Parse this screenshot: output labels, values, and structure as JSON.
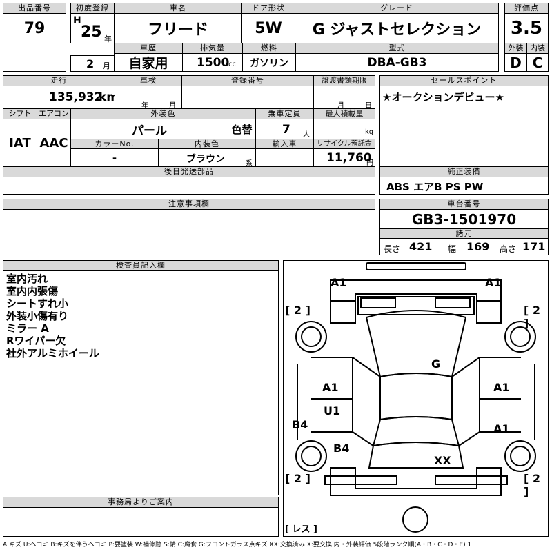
{
  "header": {
    "lot_label": "出品番号",
    "lot": "79",
    "reg_label": "初度登録",
    "reg_era": "H",
    "reg_year": "25",
    "year_unit": "年",
    "reg_month": "2",
    "month_unit": "月",
    "name_label": "車名",
    "name": "フリード",
    "doors_label": "ドア形状",
    "doors": "5W",
    "grade_label": "グレード",
    "grade": "G ジャストセレクション",
    "score_label": "評価点",
    "score": "3.5",
    "history_label": "車歴",
    "history": "自家用",
    "displacement_label": "排気量",
    "displacement": "1500",
    "displacement_unit": "cc",
    "fuel_label": "燃料",
    "fuel": "ガソリン",
    "model_label": "型式",
    "model": "DBA-GB3",
    "exterior_label": "外装",
    "exterior": "D",
    "interior_label": "内装",
    "interior": "C"
  },
  "details": {
    "mileage_label": "走行",
    "mileage": "135,932",
    "mileage_unit": "km",
    "inspection_label": "車検",
    "insp_year_unit": "年",
    "insp_month_unit": "月",
    "regno_label": "登録番号",
    "doc_label": "譲渡書類期限",
    "doc_month_unit": "月",
    "doc_day_unit": "日",
    "shift_label": "シフト",
    "shift": "IAT",
    "ac_label": "エアコン",
    "ac": "AAC",
    "color_label": "外装色",
    "color": "パール",
    "color_change": "色替",
    "capacity_label": "乗車定員",
    "capacity": "7",
    "capacity_unit": "人",
    "load_label": "最大積載量",
    "load_unit": "kg",
    "colorno_label": "カラーNo.",
    "colorno": "-",
    "interior_color_label": "内装色",
    "interior_color": "ブラウン",
    "interior_color_unit": "系",
    "import_label": "輸入車",
    "recycle_label": "リサイクル預託金",
    "recycle": "11,760",
    "recycle_unit": "円",
    "later_parts_label": "後日発送部品"
  },
  "sales_point": {
    "label": "セールスポイント",
    "text": "★オークションデビュー★"
  },
  "equipment": {
    "label": "純正装備",
    "text": "ABS エアB PS PW"
  },
  "caution": {
    "label": "注意事項欄"
  },
  "chassis": {
    "label": "車台番号",
    "number": "GB3-1501970",
    "spec_label": "諸元",
    "length_label": "長さ",
    "length": "421",
    "width_label": "幅",
    "width": "169",
    "height_label": "高さ",
    "height": "171"
  },
  "inspector": {
    "label": "検査員記入欄",
    "notes": [
      "室内汚れ",
      "室内内張傷",
      "シートすれ小",
      "外装小傷有り",
      "ミラー A",
      "Rワイパー欠",
      "社外アルミホイール"
    ]
  },
  "office": {
    "label": "事務局よりご案内"
  },
  "diagram": {
    "marks": {
      "front_left": "A1",
      "front_right": "A1",
      "tire_fl": "[ 2 ]",
      "tire_fr": "[ 2 ]",
      "tire_rl": "[ 2 ]",
      "tire_rr": "[ 2 ]",
      "roof": "G",
      "left_front_door": "A1",
      "left_rear_door": "U1",
      "left_sill": "B4",
      "left_rear": "B4",
      "right_front_door": "A1",
      "right_rear_door": "A1",
      "rear_glass": "XX",
      "spare": "[ レス ]"
    }
  },
  "legend": "A:キズ U:ヘコミ B:キズを伴うヘコミ P:要塗装 W:補修跡 S:錆 C:腐食 G:フロントガラス点キズ XX:交換済み X:要交換 内・外装評価 5段階ランク順(A・B・C・D・E) 1"
}
